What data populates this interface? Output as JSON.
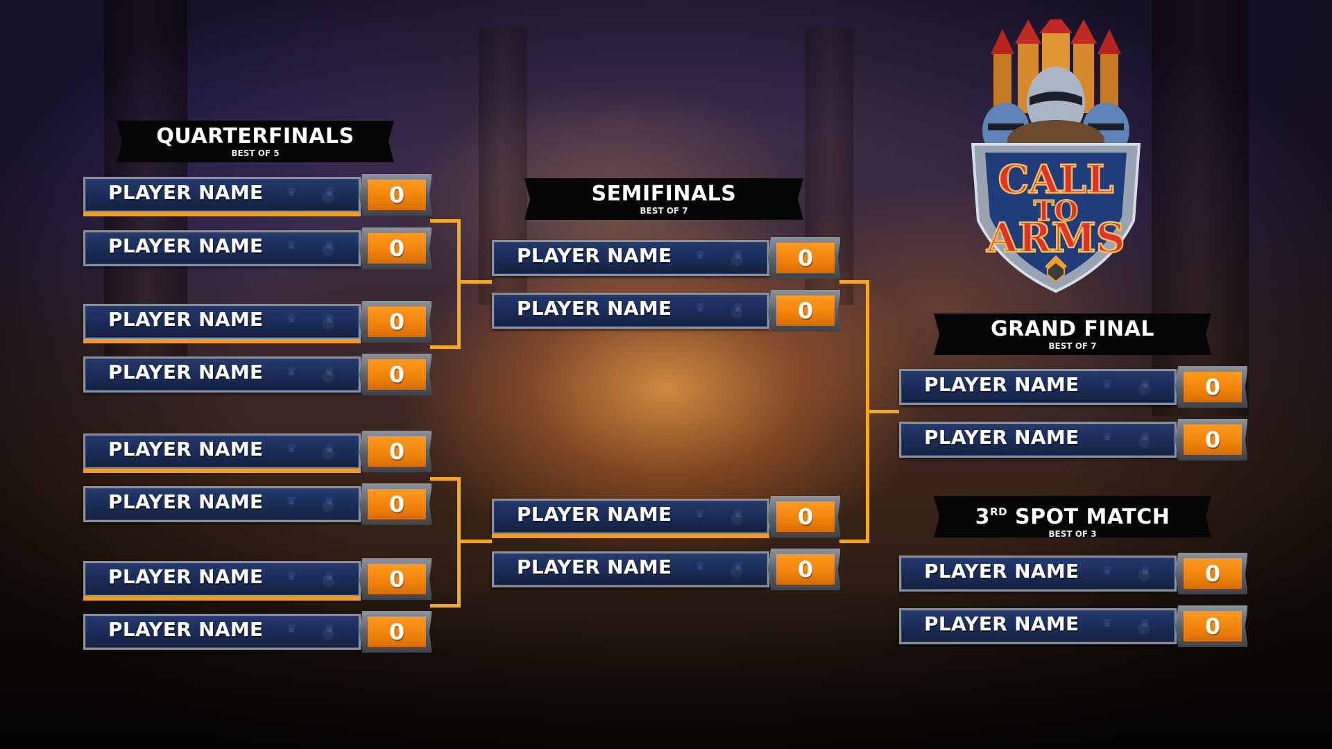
{
  "rounds": {
    "quarterfinals": {
      "title": "QUARTERFINALS",
      "subtitle": "BEST OF 5"
    },
    "semifinals": {
      "title": "SEMIFINALS",
      "subtitle": "BEST OF 7"
    },
    "grand_final": {
      "title": "GRAND FINAL",
      "subtitle": "BEST OF 7"
    },
    "third_place": {
      "title_main": "3",
      "title_sup": "RD",
      "title_rest": " SPOT MATCH",
      "subtitle": "BEST OF 3"
    }
  },
  "quarterfinals": [
    {
      "name": "PLAYER NAME",
      "score": "0"
    },
    {
      "name": "PLAYER NAME",
      "score": "0"
    },
    {
      "name": "PLAYER NAME",
      "score": "0"
    },
    {
      "name": "PLAYER NAME",
      "score": "0"
    },
    {
      "name": "PLAYER NAME",
      "score": "0"
    },
    {
      "name": "PLAYER NAME",
      "score": "0"
    },
    {
      "name": "PLAYER NAME",
      "score": "0"
    },
    {
      "name": "PLAYER NAME",
      "score": "0"
    }
  ],
  "semifinals": [
    {
      "name": "PLAYER NAME",
      "score": "0"
    },
    {
      "name": "PLAYER NAME",
      "score": "0"
    },
    {
      "name": "PLAYER NAME",
      "score": "0"
    },
    {
      "name": "PLAYER NAME",
      "score": "0"
    }
  ],
  "grand_final": [
    {
      "name": "PLAYER NAME",
      "score": "0"
    },
    {
      "name": "PLAYER NAME",
      "score": "0"
    }
  ],
  "third_place": [
    {
      "name": "PLAYER NAME",
      "score": "0"
    },
    {
      "name": "PLAYER NAME",
      "score": "0"
    }
  ],
  "logo": {
    "line1": "CALL",
    "line2": "TO",
    "line3": "ARMS"
  },
  "colors": {
    "accent": "#f6a81e",
    "score_bg": "#f0820a",
    "name_bar": "#1a2b56",
    "frame": "#8a8f98",
    "header_bg": "#050505"
  }
}
